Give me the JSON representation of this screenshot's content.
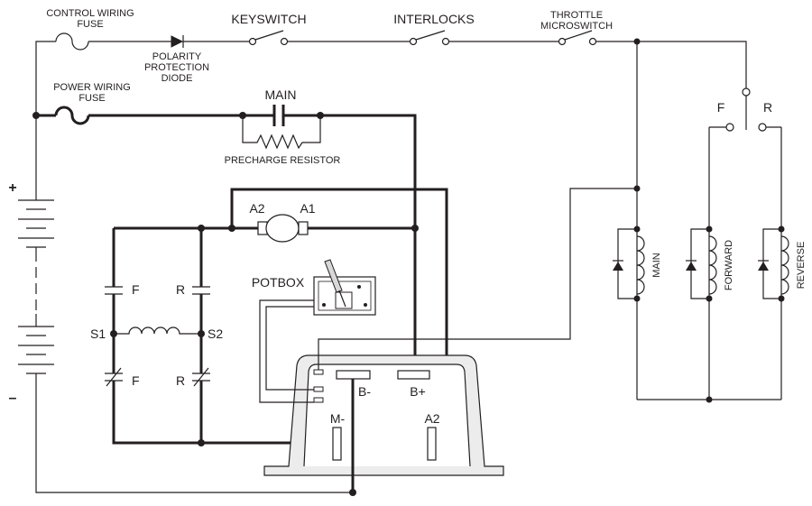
{
  "labels": {
    "control_fuse_1": "CONTROL WIRING",
    "control_fuse_2": "FUSE",
    "power_fuse_1": "POWER WIRING",
    "power_fuse_2": "FUSE",
    "diode_1": "POLARITY",
    "diode_2": "PROTECTION",
    "diode_3": "DIODE",
    "keyswitch": "KEYSWITCH",
    "interlocks": "INTERLOCKS",
    "throttle_1": "THROTTLE",
    "throttle_2": "MICROSWITCH",
    "main_contactor": "MAIN",
    "precharge": "PRECHARGE RESISTOR",
    "plus": "+",
    "minus": "–",
    "a1": "A1",
    "a2": "A2",
    "potbox": "POTBOX",
    "f_upper": "F",
    "r_upper": "R",
    "f_lower": "F",
    "r_lower": "R",
    "s1": "S1",
    "s2": "S2",
    "b_minus": "B-",
    "b_plus": "B+",
    "m_minus": "M-",
    "a2_terminal": "A2",
    "switch_f": "F",
    "switch_r": "R",
    "coil_main": "MAIN",
    "coil_forward": "FORWARD",
    "coil_reverse": "REVERSE"
  }
}
